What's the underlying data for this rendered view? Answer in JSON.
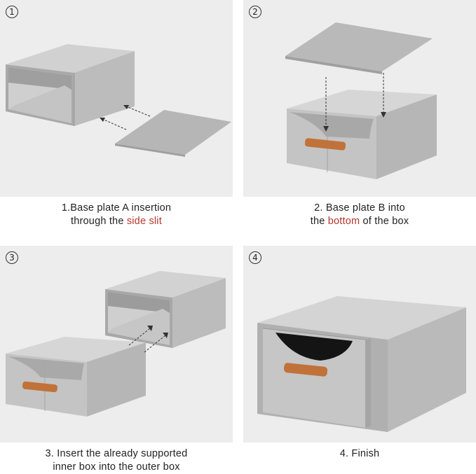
{
  "steps": [
    {
      "badge": "1",
      "caption_line1": "1.Base plate A insertion",
      "caption_line2_pre": "through the ",
      "caption_line2_highlight": "side slit",
      "caption_line2_post": ""
    },
    {
      "badge": "2",
      "caption_line1": "2. Base plate B into",
      "caption_line2_pre": "the ",
      "caption_line2_highlight": "bottom",
      "caption_line2_post": " of the box"
    },
    {
      "badge": "3",
      "caption_line1": "3. Insert the already supported",
      "caption_line2_pre": "inner box into the outer box",
      "caption_line2_highlight": "",
      "caption_line2_post": ""
    },
    {
      "badge": "4",
      "caption_line1": "4. Finish",
      "caption_line2_pre": "",
      "caption_line2_highlight": "",
      "caption_line2_post": ""
    }
  ],
  "colors": {
    "panel_bg": "#ededed",
    "highlight": "#b5362b",
    "fabric": "#bdbdbd",
    "handle": "#c0723a"
  }
}
